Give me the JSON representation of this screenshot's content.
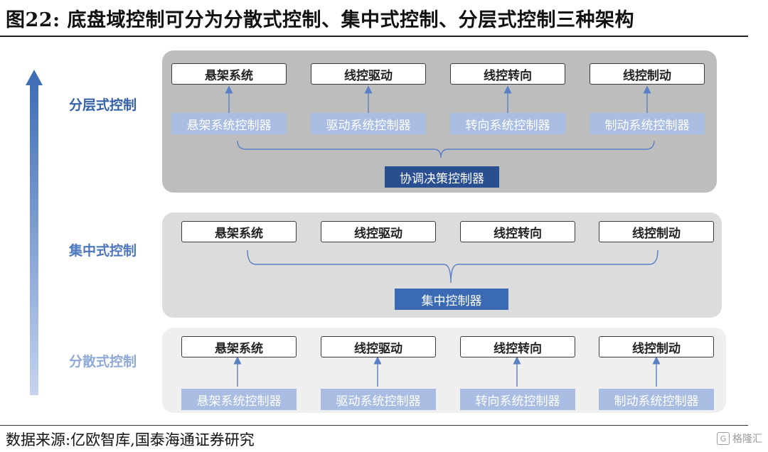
{
  "title": "图22:  底盘域控制可分为分散式控制、集中式控制、分层式控制三种架构",
  "source": "数据来源:亿欧智库,国泰海通证券研究",
  "watermark": "格隆汇",
  "colors": {
    "hierarchical_panel": "#bdbdbd",
    "centralized_panel": "#dcdcdc",
    "distributed_panel": "#efefef",
    "light_ctrl": "#a9bde3",
    "dark_ctrl": "#294f91",
    "center_ctrl": "#3b6ab4",
    "arrow": "#3b6ab4"
  },
  "layers": {
    "hierarchical": {
      "label": "分层式控制",
      "systems": [
        "悬架系统",
        "线控驱动",
        "线控转向",
        "线控制动"
      ],
      "controllers": [
        "悬架系统控制器",
        "驱动系统控制器",
        "转向系统控制器",
        "制动系统控制器"
      ],
      "coordinator": "协调决策控制器"
    },
    "centralized": {
      "label": "集中式控制",
      "systems": [
        "悬架系统",
        "线控驱动",
        "线控转向",
        "线控制动"
      ],
      "controller": "集中控制器"
    },
    "distributed": {
      "label": "分散式控制",
      "systems": [
        "悬架系统",
        "线控驱动",
        "线控转向",
        "线控制动"
      ],
      "controllers": [
        "悬架系统控制器",
        "驱动系统控制器",
        "转向系统控制器",
        "制动系统控制器"
      ]
    }
  }
}
